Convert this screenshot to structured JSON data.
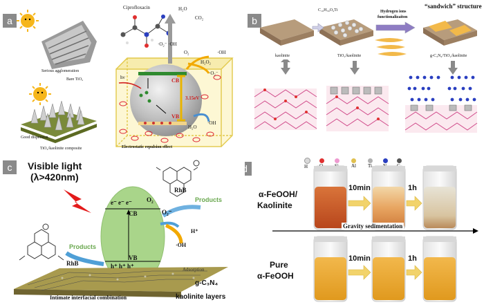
{
  "panel_a": {
    "label": "a",
    "cipro": "Ciprofloxacin",
    "h2o_top": "H₂O",
    "co2": "CO₂",
    "radicals_top": "·O₂⁻  ·OH",
    "o2_right": "O₂",
    "oh_right": "·OH",
    "h2o2": "H₂O₂",
    "o2_minus": "·O₂⁻",
    "serious": "Serious agglomeration",
    "bare": "Bare TiO₂",
    "hv": "hν",
    "cb": "CB",
    "vb": "VB",
    "gap": "3.15eV",
    "oh_lower": "·OH",
    "h2o_lower": "H₂O",
    "good": "Good dispersion",
    "composite": "TiO₂/kaolinite composite",
    "electro": "Electrostatic repulsion effect"
  },
  "panel_b": {
    "label": "b",
    "sandwich": "“sandwich” structure",
    "formula": "C₁₆H₃₆O₄Ti",
    "hydrogen": "Hydrogen ions",
    "function": "functionalizaiton",
    "kaolinite": "kaolinite",
    "tio2_kaol": "TiO₂/kaolinite",
    "gcn": "g-C₃N₄/TiO₂/kaolinite"
  },
  "panel_c": {
    "label": "c",
    "visible": "Visible light",
    "lambda": "(λ>420nm)",
    "rhb_top": "RhB",
    "rhb_left": "RhB",
    "e_row": "e⁻  e⁻  e⁻",
    "cb": "CB",
    "vb": "VB",
    "h_row": "h⁺  h⁺  h⁺",
    "o2": "O₂",
    "o2m": "O₂⁻",
    "products_right": "Products",
    "products_left": "Products",
    "hplus": "H⁺",
    "oh": "·OH",
    "gcn": "g-C₃N₄",
    "adsorption": "Adsorption",
    "intimate": "Intimate interfacial combination",
    "kaol_layers": "kaolinite layers"
  },
  "panel_d": {
    "label": "d",
    "legend": [
      "H",
      "O",
      "Si",
      "Al",
      "Ti",
      "N",
      "C"
    ],
    "legend_colors": [
      "#d9d9d9",
      "#e03030",
      "#ee9ad0",
      "#e0c050",
      "#b0b0b0",
      "#2a3fc0",
      "#555555"
    ],
    "row1_label_1": "α-FeOOH/",
    "row1_label_2": "Kaolinite",
    "row2_label_1": "Pure",
    "row2_label_2": "α-FeOOH",
    "t10": "10min",
    "t1h": "1h",
    "t10b": "10min",
    "t1hb": "1h",
    "gravity": "Gravity sedimentation"
  }
}
